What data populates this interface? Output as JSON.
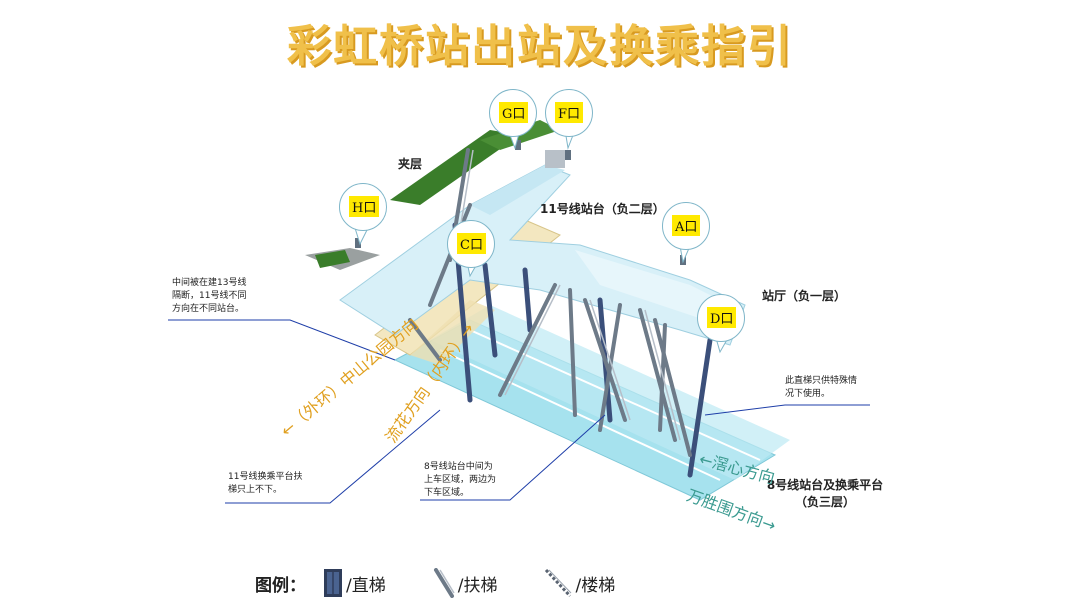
{
  "title": "彩虹桥站出站及换乘指引",
  "exits": {
    "G": "G口",
    "F": "F口",
    "H": "H口",
    "C": "C口",
    "A": "A口",
    "D": "D口"
  },
  "levels": {
    "mezzanine": "夹层",
    "line11": "11号线站台（负二层）",
    "hall": "站厅（负一层）",
    "line8_a": "8号线站台及换乘平台",
    "line8_b": "（负三层）"
  },
  "callouts": {
    "middle_13": [
      "中间被在建13号线",
      "隔断，11号线不同",
      "方向在不同站台。"
    ],
    "elevator_special": [
      "此直梯只供特殊情",
      "况下使用。"
    ],
    "line11_escalator": [
      "11号线换乘平台扶",
      "梯只上不下。"
    ],
    "line8_platform": [
      "8号线站台中间为",
      "上车区域，两边为",
      "下车区域。"
    ]
  },
  "directions": {
    "outer": "←（外环）中山公园方向",
    "inner": "流花方向（内环）→",
    "luxin": "←滘心方向",
    "wansheng": "万胜围方向→"
  },
  "legend": {
    "title": "图例：",
    "elevator": "/直梯",
    "escalator": "/扶梯",
    "stairs": "/楼梯"
  },
  "colors": {
    "title": "#f0c04a",
    "hall_floor": "#d8f0f8",
    "platform8": "#a6e2ee",
    "platform11": "#f3e7c0",
    "green_roof": "#3a7d2a",
    "column": "#3b4f7a",
    "direction_orange": "#e0a020",
    "direction_teal": "#3a9a90",
    "callout_line": "#1e3ea8"
  }
}
